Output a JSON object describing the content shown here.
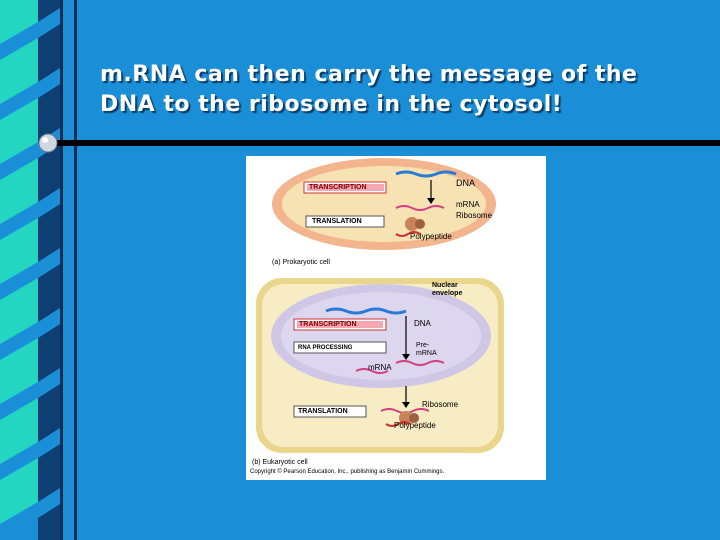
{
  "slide": {
    "title_line1": "m.RNA can then carry the message of the",
    "title_line2": "DNA to the ribosome in the cytosol!"
  },
  "colors": {
    "background": "#1a8fd8",
    "border_teal": "#1fd8c0",
    "border_dark": "#0d3f73",
    "rule_black": "#000000",
    "title_text": "#ffffff"
  },
  "figure": {
    "prokaryote": {
      "box_transcription": "TRANSCRIPTION",
      "box_translation": "TRANSLATION",
      "label_dna": "DNA",
      "label_mrna": "mRNA",
      "label_ribosome": "Ribosome",
      "label_polypeptide": "Polypeptide",
      "caption": "(a) Prokaryotic cell"
    },
    "eukaryote": {
      "label_nuclear_line1": "Nuclear",
      "label_nuclear_line2": "envelope",
      "box_transcription": "TRANSCRIPTION",
      "box_processing": "RNA PROCESSING",
      "box_translation": "TRANSLATION",
      "label_dna": "DNA",
      "label_premrna_line1": "Pre-",
      "label_premrna_line2": "mRNA",
      "label_mrna": "mRNA",
      "label_ribosome": "Ribosome",
      "label_polypeptide": "Polypeptide",
      "caption": "(b) Eukaryotic cell"
    },
    "copyright": "Copyright © Pearson Education, Inc., publishing as Benjamin Cummings."
  }
}
